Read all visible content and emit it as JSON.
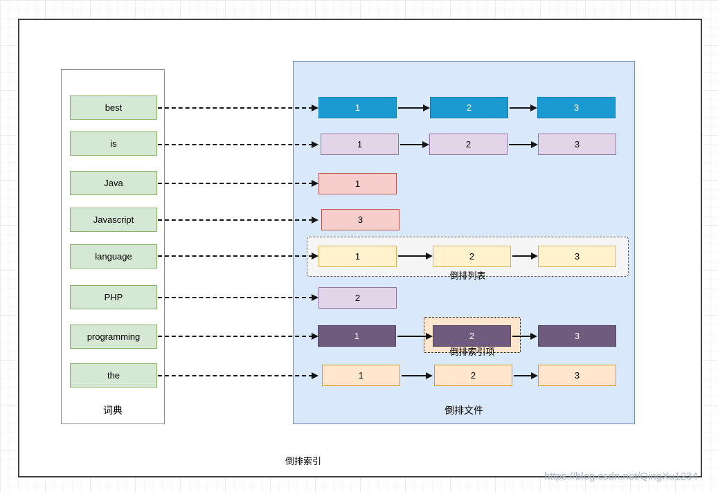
{
  "palette": {
    "canvas_border": "#404040",
    "dictionary_fill": "#ffffff",
    "dictionary_border": "#8c8c8c",
    "term_fill": "#d5e8d4",
    "term_border": "#82b366",
    "panel_fill": "#dae8fc",
    "panel_border": "#6c8ebf",
    "blue_cell": "#1b9ad2",
    "lavender_cell": "#e1d5e7",
    "lavender_border": "#9673a6",
    "pink_cell": "#f8cecc",
    "pink_border": "#b85450",
    "yellow_cell": "#fff2cc",
    "yellow_border": "#d6b656",
    "purple_cell": "#6f5b7e",
    "orange_cell": "#ffe6cc",
    "orange_border": "#d79b00",
    "posting_list_fill": "#f5f5f5",
    "index_item_fill": "#ffe6cc"
  },
  "dictionary": {
    "label": "词典",
    "terms": [
      "best",
      "is",
      "Java",
      "Javascript",
      "language",
      "PHP",
      "programming",
      "the"
    ]
  },
  "inverted_file": {
    "label": "倒排文件",
    "rows": [
      {
        "term": "best",
        "style": "blue",
        "cells": [
          "1",
          "2",
          "3"
        ]
      },
      {
        "term": "is",
        "style": "lavender",
        "cells": [
          "1",
          "2",
          "3"
        ]
      },
      {
        "term": "Java",
        "style": "pink",
        "cells": [
          "1"
        ]
      },
      {
        "term": "Javascript",
        "style": "pink",
        "cells": [
          "3"
        ]
      },
      {
        "term": "language",
        "style": "yellow",
        "cells": [
          "1",
          "2",
          "3"
        ]
      },
      {
        "term": "PHP",
        "style": "lavender",
        "cells": [
          "2"
        ]
      },
      {
        "term": "programming",
        "style": "purple",
        "cells": [
          "1",
          "2",
          "3"
        ]
      },
      {
        "term": "the",
        "style": "orange",
        "cells": [
          "1",
          "2",
          "3"
        ]
      }
    ]
  },
  "annotations": {
    "posting_list": "倒排列表",
    "index_item": "倒排索引项",
    "inverted_index": "倒排索引"
  },
  "watermark": "https://blog.csdn.net/QingXu1234"
}
